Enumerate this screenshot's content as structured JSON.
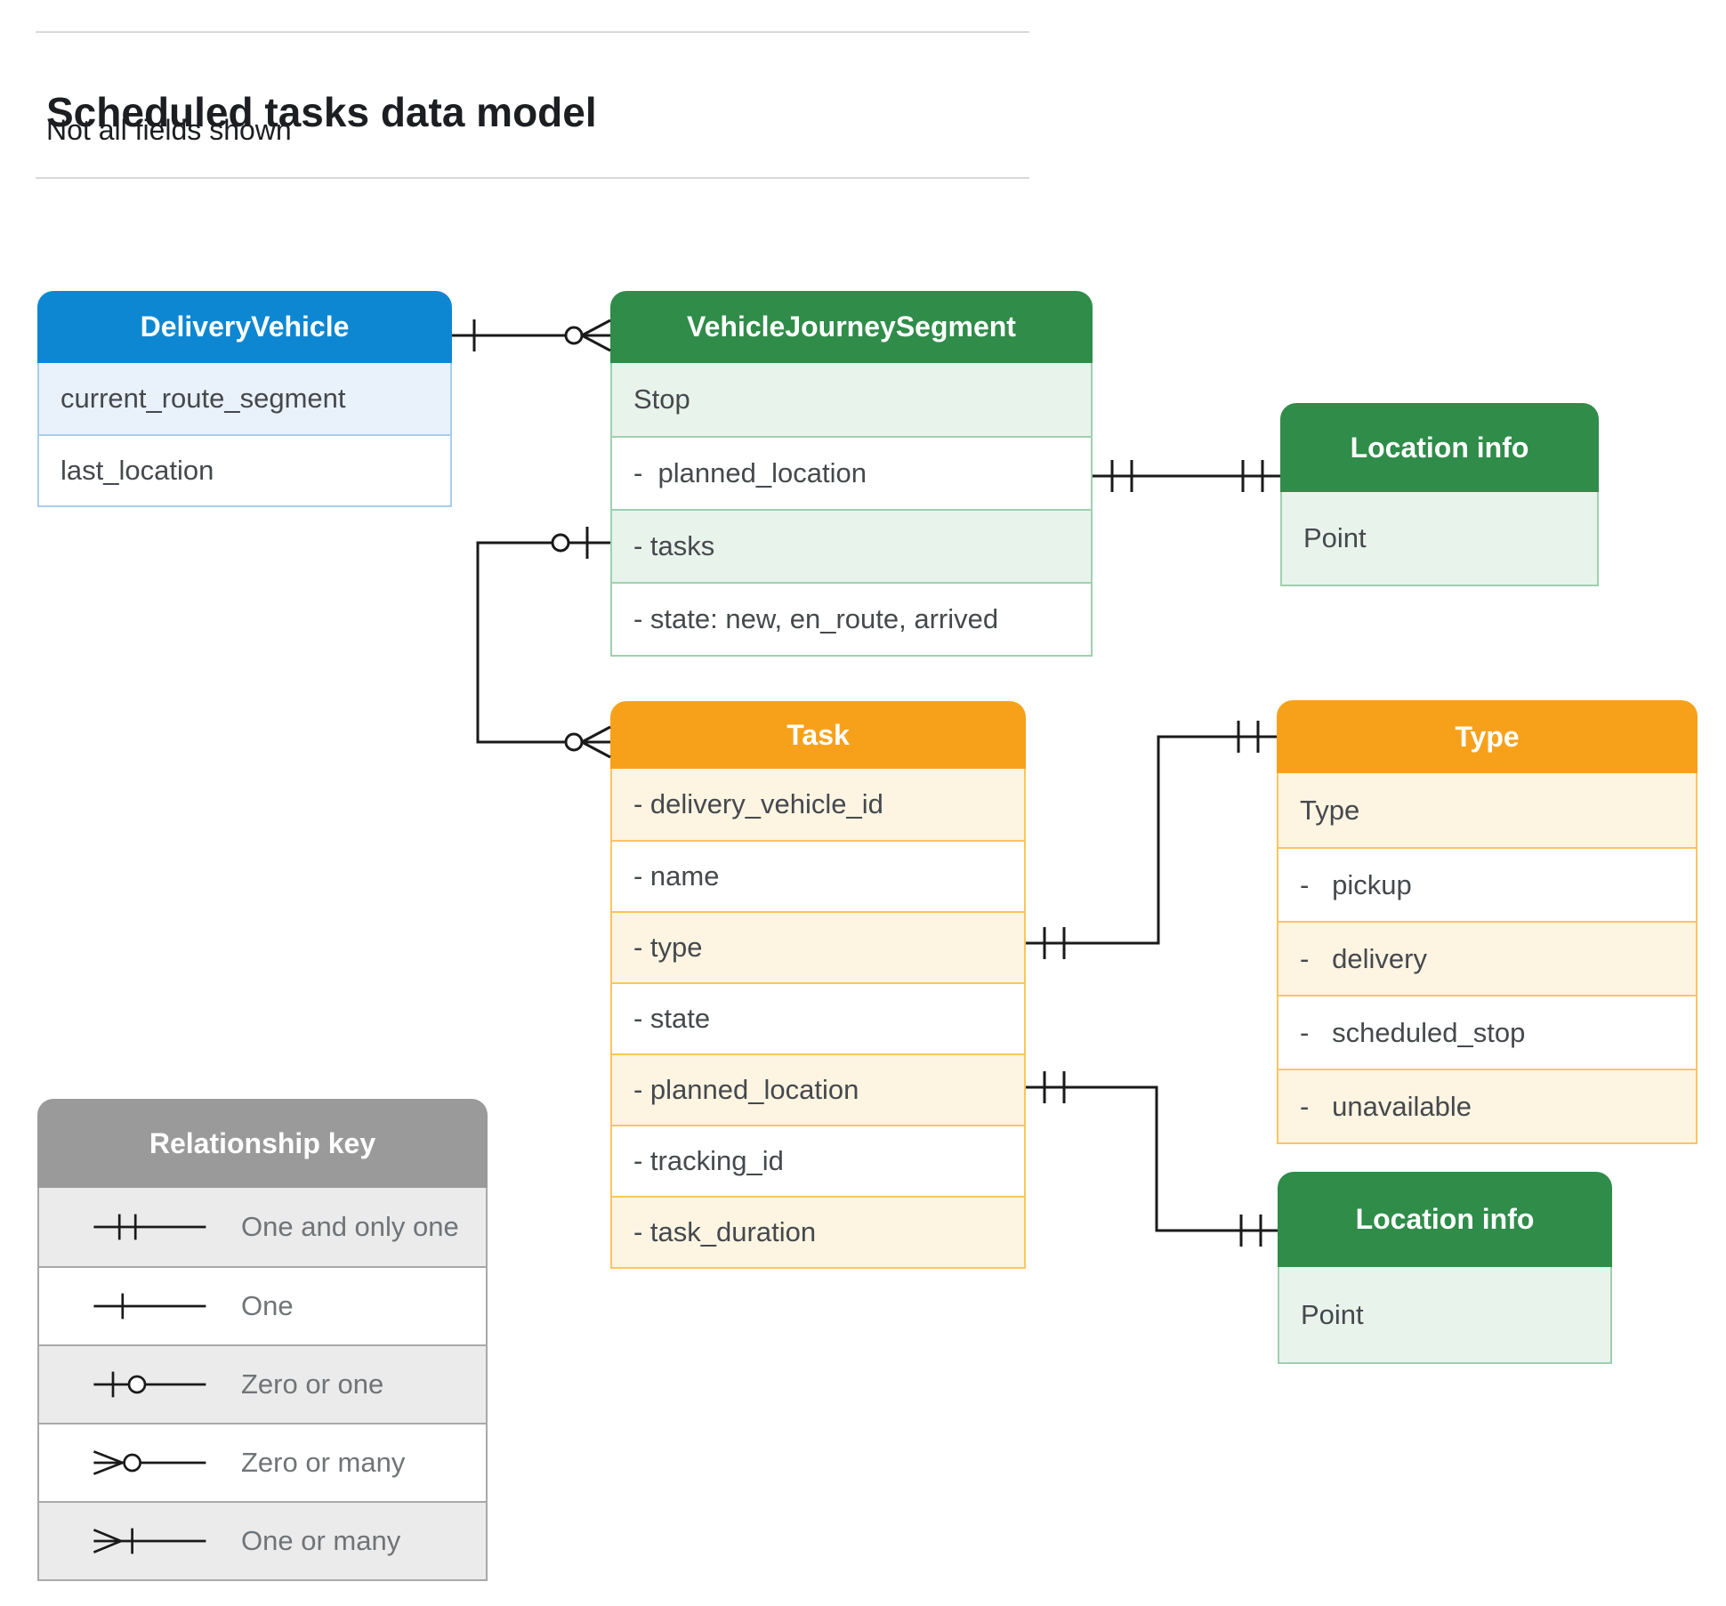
{
  "page": {
    "title": "Scheduled tasks data model",
    "subtitle": "Not all fields shown"
  },
  "colors": {
    "blue_header": "#0d87d2",
    "blue_row": "#e9f1fb",
    "green_header": "#2f8c49",
    "green_row": "#e8f3ec",
    "orange_header": "#f7a11b",
    "orange_row": "#fdf4e2",
    "gray_header": "#9a9a9a",
    "gray_row": "#ebebeb",
    "line": "#1a1a1a",
    "field_text": "#45494d"
  },
  "entities": {
    "delivery_vehicle": {
      "title": "DeliveryVehicle",
      "rows": [
        "current_route_segment",
        "last_location"
      ]
    },
    "vehicle_journey_segment": {
      "title": "VehicleJourneySegment",
      "rows": [
        "Stop",
        "-  planned_location",
        "- tasks",
        "- state: new, en_route, arrived"
      ]
    },
    "location_info_top": {
      "title": "Location info",
      "rows": [
        "Point"
      ]
    },
    "task": {
      "title": "Task",
      "rows": [
        "- delivery_vehicle_id",
        "- name",
        "- type",
        "- state",
        "- planned_location",
        "- tracking_id",
        "- task_duration"
      ]
    },
    "type": {
      "title": "Type",
      "rows": [
        "Type",
        "-   pickup",
        "-   delivery",
        "-   scheduled_stop",
        "-   unavailable"
      ]
    },
    "location_info_bottom": {
      "title": "Location info",
      "rows": [
        "Point"
      ]
    }
  },
  "legend": {
    "title": "Relationship key",
    "items": [
      {
        "symbol": "one-and-only-one",
        "label": "One and only one"
      },
      {
        "symbol": "one",
        "label": "One"
      },
      {
        "symbol": "zero-or-one",
        "label": "Zero or one"
      },
      {
        "symbol": "zero-or-many",
        "label": "Zero or many"
      },
      {
        "symbol": "one-or-many",
        "label": "One or many"
      }
    ]
  },
  "relationships": [
    {
      "from": "DeliveryVehicle",
      "to": "VehicleJourneySegment",
      "from_cardinality": "One",
      "to_cardinality": "Zero or many"
    },
    {
      "from": "VehicleJourneySegment.planned_location",
      "to": "Location info",
      "from_cardinality": "One and only one",
      "to_cardinality": "One and only one"
    },
    {
      "from": "VehicleJourneySegment.tasks",
      "to": "Task",
      "from_cardinality": "Zero or one",
      "to_cardinality": "Zero or many"
    },
    {
      "from": "Task.type",
      "to": "Type",
      "from_cardinality": "One and only one",
      "to_cardinality": "One and only one"
    },
    {
      "from": "Task.planned_location",
      "to": "Location info",
      "from_cardinality": "One and only one",
      "to_cardinality": "One and only one"
    }
  ]
}
